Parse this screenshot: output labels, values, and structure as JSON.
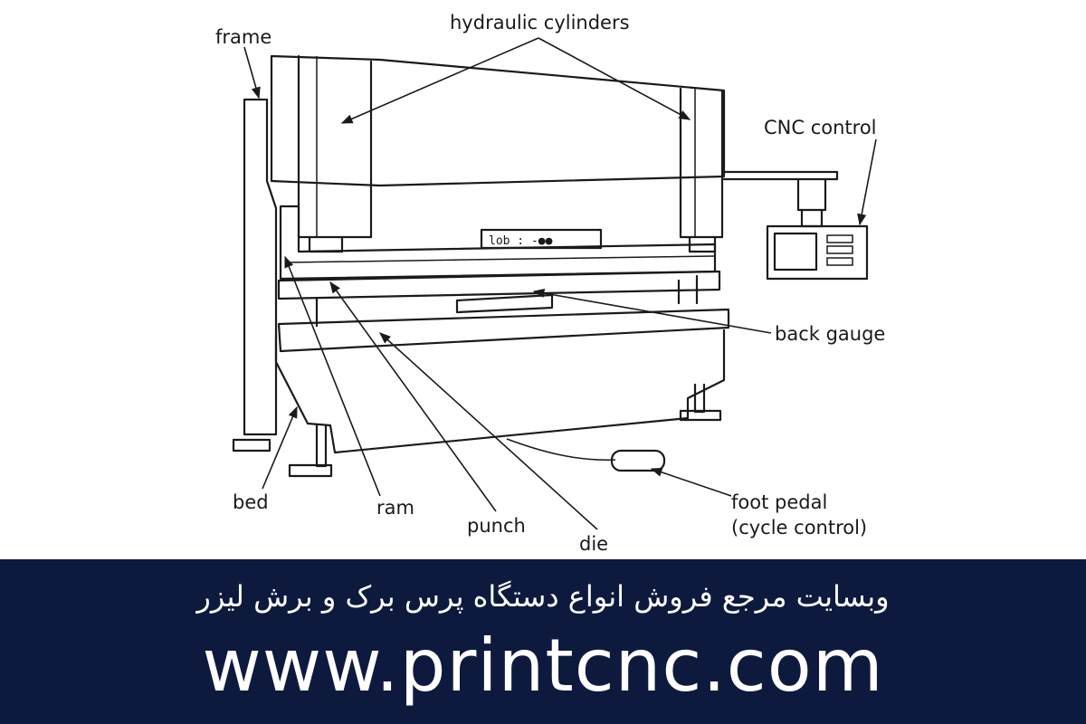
{
  "diagram": {
    "labels": {
      "frame": "frame",
      "hydraulic_cylinders": "hydraulic cylinders",
      "cnc_control": "CNC control",
      "back_gauge": "back gauge",
      "bed": "bed",
      "ram": "ram",
      "punch": "punch",
      "die": "die",
      "foot_pedal_line1": "foot pedal",
      "foot_pedal_line2": "(cycle control)",
      "panel_text": "lob : -●●"
    }
  },
  "banner": {
    "persian_text": "وبسایت مرجع فروش انواع دستگاه پرس برک و برش لیزر",
    "website": "www.printcnc.com"
  },
  "colors": {
    "banner_background": "#0e1a3d",
    "banner_text": "#ffffff",
    "line_art": "#1a1a1a"
  }
}
